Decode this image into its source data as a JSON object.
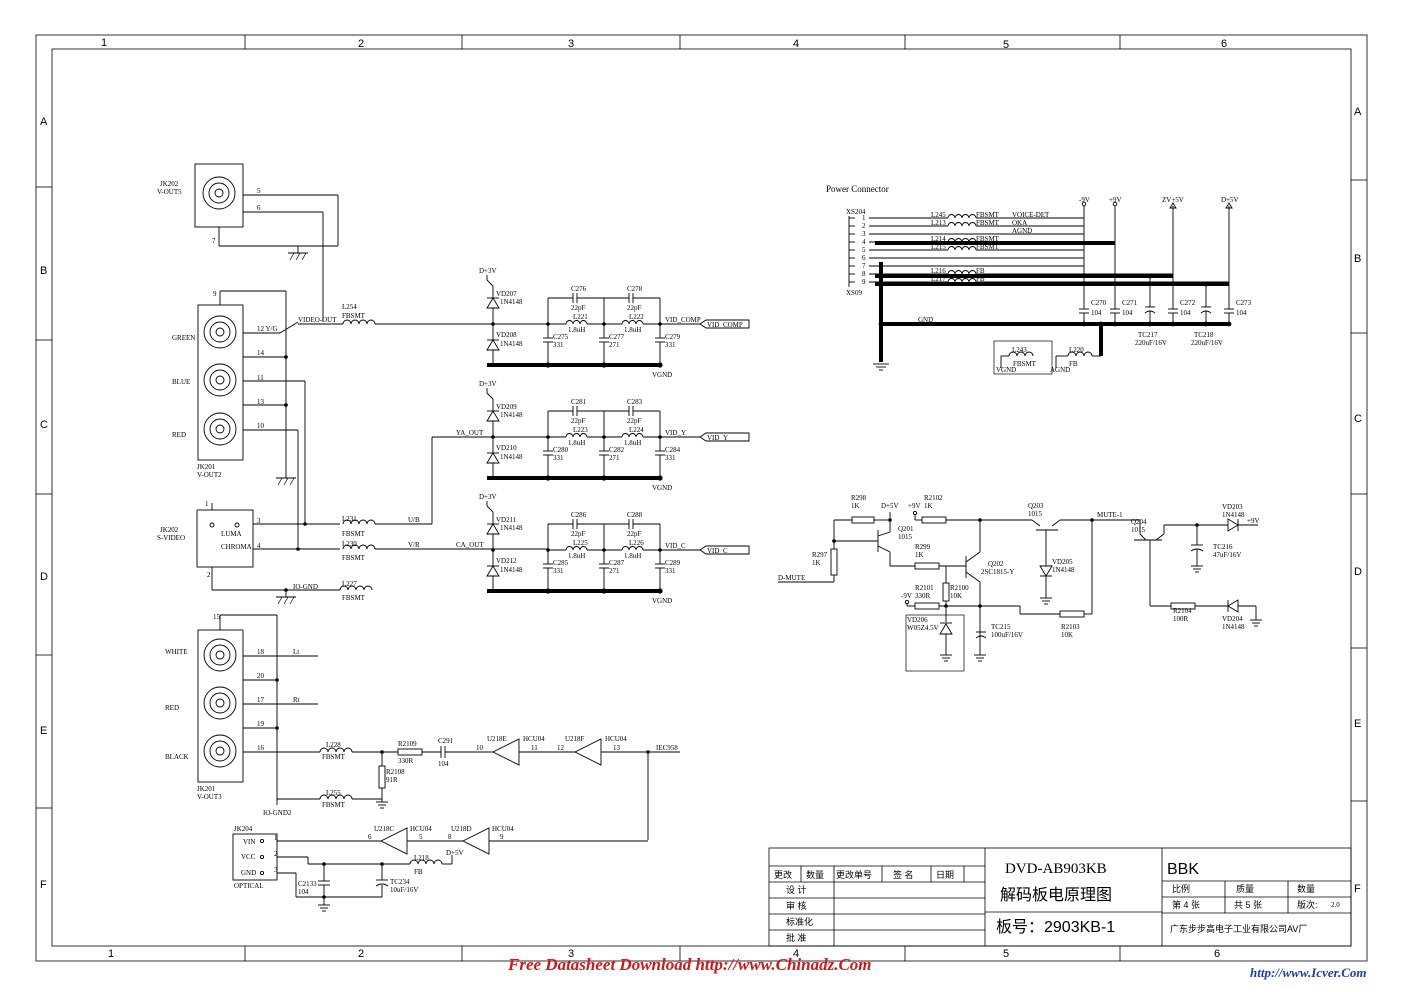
{
  "frame": {
    "col_labels": [
      "1",
      "2",
      "3",
      "4",
      "5",
      "6"
    ],
    "row_labels": [
      "A",
      "B",
      "C",
      "D",
      "E",
      "F"
    ]
  },
  "title_block": {
    "model": "DVD-AB903KB",
    "title_cn": "解码板电原理图",
    "board_label": "板号：2903KB-1",
    "brand": "BBK",
    "company": "广东步步高电子工业有限公司AV厂",
    "change_headers": [
      "更改",
      "数量",
      "更改单号",
      "签 名",
      "日期"
    ],
    "roles": [
      "设 计",
      "审 核",
      "标准化",
      "批 准"
    ],
    "scale_label": "比例",
    "quality_label": "质量",
    "qty_label": "数量",
    "sheet_label": "第 4 张",
    "total_label": "共 5 张",
    "version_label": "版次:",
    "version_value": "2.0"
  },
  "power": {
    "title": "Power Connector",
    "connector_top": "XS204",
    "connector_bottom": "XS09",
    "pins": [
      "1",
      "2",
      "3",
      "4",
      "5",
      "6",
      "7",
      "8",
      "9"
    ],
    "rails": [
      "-9V",
      "+9V",
      "ZV+5V",
      "D+5V"
    ],
    "inductors": [
      "L245",
      "L213",
      "L214",
      "L215",
      "L216",
      "L217"
    ],
    "fb": [
      "FBSMT",
      "FBSMT",
      "FBSMT",
      "FBSMT",
      "FB",
      "FB"
    ],
    "signals": [
      "VOICE-DET",
      "OKA",
      "AGND"
    ],
    "caps": [
      "C270",
      "C271",
      "C272",
      "C273"
    ],
    "cap_value": "104",
    "tcaps": [
      "TC217",
      "TC218"
    ],
    "tcap_value": "220uF/16V",
    "gnd": "GND",
    "l243": "L243",
    "l220": "L220",
    "fbsmt": "FBSMT",
    "fb_label": "FB",
    "vgnd": "VGND",
    "agnd": "AGND"
  },
  "jacks": {
    "jk202_vout5": [
      "JK202",
      "V-OUT5"
    ],
    "jk201_vout2": [
      "JK201",
      "V-OUT2"
    ],
    "jk202_svideo": [
      "JK202",
      "S-VIDEO"
    ],
    "jk201_vout3": [
      "JK201",
      "V-OUT3"
    ],
    "jk204": [
      "JK204",
      "OPTICAL"
    ],
    "jk_vout5_pins": [
      "5",
      "6",
      "7"
    ],
    "rgb_labels": [
      "GREEN",
      "BLUE",
      "RED"
    ],
    "rgb_pins": [
      "12 Y/G",
      "14",
      "11",
      "13",
      "10",
      "9"
    ],
    "svideo_labels": [
      "LUMA",
      "CHROMA"
    ],
    "svideo_pins": [
      "3",
      "4",
      "1",
      "2"
    ],
    "audio_labels": [
      "WHITE",
      "RED",
      "BLACK"
    ],
    "audio_pins": [
      "18",
      "20",
      "17",
      "19",
      "16",
      "15"
    ],
    "optical_labels": [
      "VIN",
      "VCC",
      "GND"
    ],
    "optical_pins": [
      "1",
      "2",
      "3"
    ]
  },
  "video": {
    "l254": "L254",
    "fbsmt": "FBSMT",
    "video_out": "VIDEO-OUT",
    "d3v": "D+3V",
    "diode_part": "1N4148",
    "vgnd": "VGND",
    "l_value": "1.8uH",
    "c_top": "22pF",
    "c_331": "331",
    "c_271": "271",
    "comp": {
      "diodes": [
        "VD207",
        "VD208"
      ],
      "caps_top": [
        "C276",
        "C278"
      ],
      "inds": [
        "L221",
        "L222"
      ],
      "caps_bot": [
        "C275",
        "C277",
        "C279"
      ],
      "net": "VID_COMP",
      "port": "VID_COMP"
    },
    "y": {
      "diodes": [
        "VD209",
        "VD210"
      ],
      "caps_top": [
        "C281",
        "C283"
      ],
      "inds": [
        "L223",
        "L224"
      ],
      "caps_bot": [
        "C280",
        "C282",
        "C284"
      ],
      "net": "VID_Y",
      "port": "VID_Y",
      "in": "YA_OUT"
    },
    "c": {
      "diodes": [
        "VD211",
        "VD212"
      ],
      "caps_top": [
        "C286",
        "C288"
      ],
      "inds": [
        "L225",
        "L226"
      ],
      "caps_bot": [
        "C285",
        "C287",
        "C289"
      ],
      "net": "VID_C",
      "port": "VID_C",
      "in": "CA_OUT"
    },
    "l231": "L231",
    "l230": "L230",
    "l227": "L227",
    "ug": "U/B",
    "vr": "V/R",
    "io_gnd": "IO-GND"
  },
  "audio": {
    "lt": "Lt",
    "rt": "Rt",
    "l228": "L228",
    "l255": "L255",
    "fbsmt": "FBSMT",
    "r2109": "R2109",
    "r2109_v": "330R",
    "r2108": "R2108",
    "r2108_v": "91R",
    "c291": "C291",
    "c291_v": "104",
    "u218e": "U218E",
    "u218f": "U218F",
    "u218c": "U218C",
    "u218d": "U218D",
    "hcu04": "HCU04",
    "pins_e": [
      "10",
      "11"
    ],
    "pins_f": [
      "12",
      "13"
    ],
    "pins_c": [
      "6",
      "5"
    ],
    "pins_d": [
      "8",
      "9"
    ],
    "iec958": "IEC958",
    "io_gnd2": "IO-GND2",
    "l218": "L218",
    "l218_fb": "FB",
    "d5v": "D+5V",
    "c2133": "C2133",
    "c2133_v": "104",
    "tc234": "TC234",
    "tc234_v": "10uF/16V"
  },
  "mute": {
    "d_mute": "D-MUTE",
    "r298": "R298",
    "r298_v": "1K",
    "d5v": "D+5V",
    "p9v": "+9V",
    "r2102": "R2102",
    "r2102_v": "1K",
    "q203": "Q203",
    "q203_v": "1015",
    "mute1": "MUTE-1",
    "q204": "Q204",
    "q204_v": "1015",
    "vd203": "VD203",
    "vd203_v": "1N4148",
    "p9v_out": "+9V",
    "q201": "Q201",
    "q201_v": "1015",
    "r297": "R297",
    "r297_v": "1K",
    "r299": "R299",
    "r299_v": "1K",
    "q202": "Q202",
    "q202_v": "2SC1815-Y",
    "vd205": "VD205",
    "vd205_v": "1N4148",
    "tc216": "TC216",
    "tc216_v": "47uF/16V",
    "r2101": "R2101",
    "r2101_v": "330R",
    "n9v": "-9V",
    "r2100": "R2100",
    "r2100_v": "10K",
    "r2104": "R2104",
    "r2104_v": "100R",
    "vd204": "VD204",
    "vd204_v": "1N4148",
    "vd206": "VD206",
    "vd206_v": "W05Z4.5V",
    "tc215": "TC215",
    "tc215_v": "100uF/16V",
    "r2103": "R2103",
    "r2103_v": "10K"
  },
  "footer": {
    "left": "Free Datasheet Download http://www.Chinadz.Com",
    "right": "http://www.Icver.Com"
  }
}
